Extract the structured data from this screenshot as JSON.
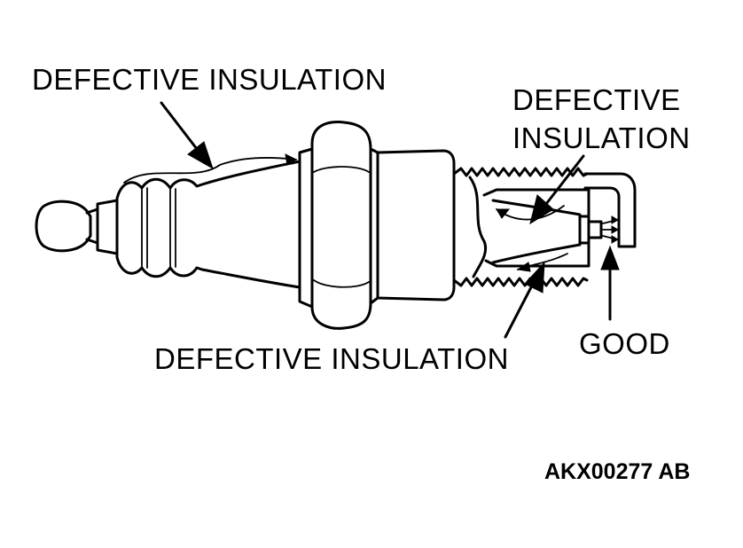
{
  "labels": {
    "top": "DEFECTIVE INSULATION",
    "right_line1": "DEFECTIVE",
    "right_line2": "INSULATION",
    "bottom": "DEFECTIVE INSULATION",
    "good": "GOOD"
  },
  "figure_code": "AKX00277 AB",
  "colors": {
    "ink": "#000000",
    "background": "#ffffff"
  }
}
